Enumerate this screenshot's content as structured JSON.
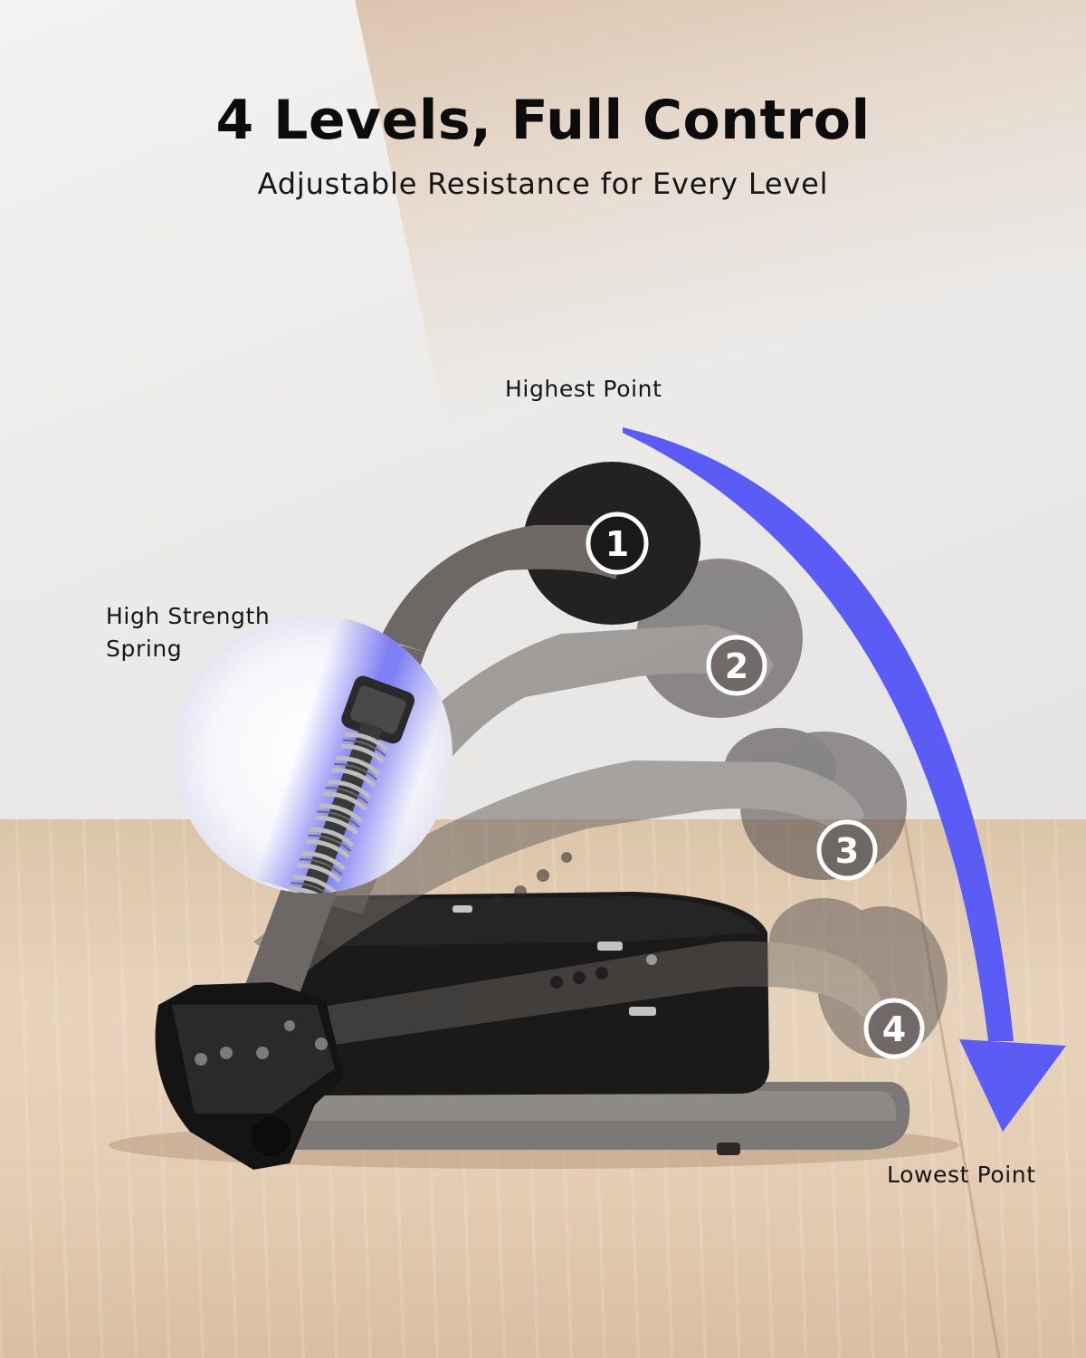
{
  "headline": {
    "title": "4 Levels, Full Control",
    "subtitle": "Adjustable Resistance for Every Level"
  },
  "callouts": {
    "highest_point": "Highest Point",
    "lowest_point": "Lowest Point",
    "spring": "High Strength Spring"
  },
  "levels": [
    {
      "number": "1"
    },
    {
      "number": "2"
    },
    {
      "number": "3"
    },
    {
      "number": "4"
    }
  ],
  "colors": {
    "arrow": "#5b5cf6",
    "arm": "#6f6a66",
    "pad": "#2a2727"
  },
  "icons": {
    "direction": "curved-arrow-icon",
    "level_badge": "numbered-circle-icon"
  }
}
